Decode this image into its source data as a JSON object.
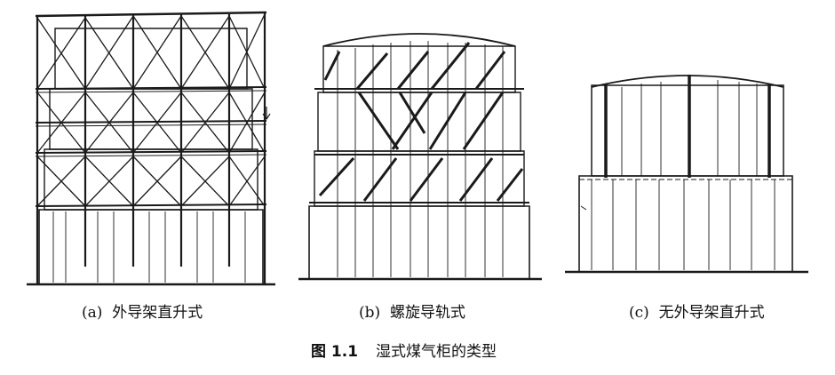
{
  "figure": {
    "number": "图 1.1",
    "title": "湿式煤气柜的类型"
  },
  "panels": [
    {
      "id": "a",
      "label": "(a)",
      "caption": "外导架直升式"
    },
    {
      "id": "b",
      "label": "(b)",
      "caption": "螺旋导轨式"
    },
    {
      "id": "c",
      "label": "(c)",
      "caption": "无外导架直升式"
    }
  ],
  "colors": {
    "ink": "#1a1a1a",
    "paper": "#ffffff"
  }
}
